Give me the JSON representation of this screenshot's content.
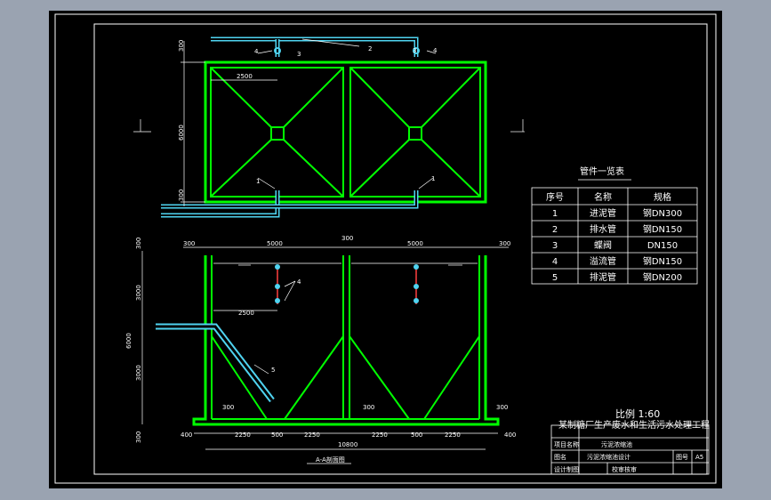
{
  "plan_view": {
    "dims_left": [
      "300",
      "2500",
      "6000",
      "300"
    ],
    "pipe_tags": [
      "1",
      "1",
      "2",
      "3",
      "3",
      "4",
      "4"
    ]
  },
  "section_view": {
    "dims_top": [
      "300",
      "5000",
      "300",
      "5000",
      "300"
    ],
    "dims_left": [
      "300",
      "3000",
      "6000",
      "3000",
      "300"
    ],
    "dims_bottom": [
      "400",
      "2250",
      "500",
      "2250",
      "2250",
      "500",
      "2250",
      "400"
    ],
    "total": "10800",
    "inner": [
      "2500",
      "300",
      "300",
      "300"
    ],
    "tags": [
      "4",
      "5"
    ],
    "caption": "A-A剖面图"
  },
  "pipe_table": {
    "title": "管件一览表",
    "headers": [
      "序号",
      "名称",
      "规格"
    ],
    "rows": [
      [
        "1",
        "进泥管",
        "钢DN300"
      ],
      [
        "2",
        "排水管",
        "钢DN150"
      ],
      [
        "3",
        "蝶阀",
        "DN150"
      ],
      [
        "4",
        "溢流管",
        "钢DN150"
      ],
      [
        "5",
        "排泥管",
        "钢DN200"
      ]
    ]
  },
  "scale_text": "比例 1:60",
  "project_title": "某制糖厂生产废水和生活污水处理工程",
  "title_block": {
    "project_label": "项目名称",
    "drawing_label": "图名",
    "drawing_name": "污泥浓缩池",
    "designer_label": "设计制图",
    "checker_label": "校审核审",
    "number_label": "图号",
    "number_value": "A5",
    "name_value": "污泥浓缩池设计"
  },
  "colors": {
    "wall": "#00ff00",
    "pipe": "#4fd3f0",
    "line": "#ffffff",
    "valve": "#ff4040"
  }
}
